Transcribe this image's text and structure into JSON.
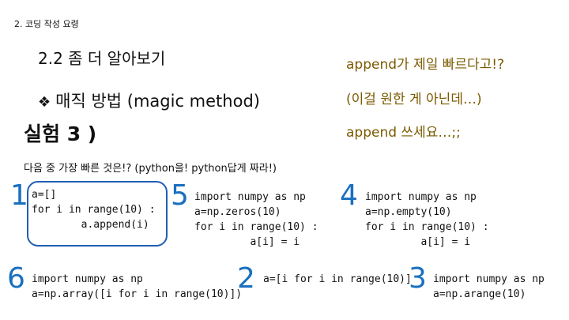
{
  "section_label": "2. 코딩 작성 요령",
  "subheading": "2.2 좀 더 알아보기",
  "topic": {
    "bullet": "❖",
    "text": "매직 방법 (magic method)"
  },
  "experiment_label": "실험 3 )",
  "comments": [
    "append가 제일 빠르다고!?",
    "(이걸 원한 게 아닌데…)",
    "append 쓰세요…;;"
  ],
  "question": "다음 중 가장 빠른 것은!? (python을! python답게 짜라!)",
  "options": [
    {
      "number": "1",
      "code": [
        "a=[]",
        "for i in range(10) :",
        "        a.append(i)"
      ]
    },
    {
      "number": "5",
      "code": [
        "import numpy as np",
        "a=np.zeros(10)",
        "for i in range(10) :",
        "         a[i] = i"
      ]
    },
    {
      "number": "4",
      "code": [
        "import numpy as np",
        "a=np.empty(10)",
        "for i in range(10) :",
        "         a[i] = i"
      ]
    },
    {
      "number": "6",
      "code": [
        "import numpy as np",
        "a=np.array([i for i in range(10)])"
      ]
    },
    {
      "number": "2",
      "code": [
        "a=[i for i in range(10)]"
      ]
    },
    {
      "number": "3",
      "code": [
        "import numpy as np",
        "a=np.arange(10)"
      ]
    }
  ],
  "colors": {
    "accent_blue": "#1a6fbf",
    "box_border": "#1f5fb4",
    "comment_brown": "#7a5a00"
  }
}
